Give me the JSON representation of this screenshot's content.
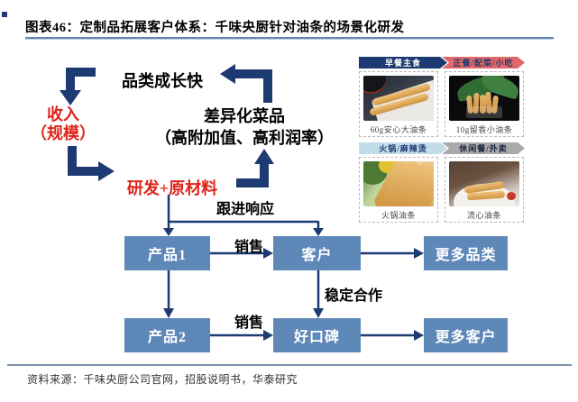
{
  "figure": {
    "title": "图表46：定制品拓展客户体系：千味央厨针对油条的场景化研发",
    "source": "资料来源：千味央厨公司官网，招股说明书，华泰研究"
  },
  "cycle": {
    "category_growth": "品类成长快",
    "revenue_line1": "收入",
    "revenue_line2": "（规模）",
    "dishes_line1": "差异化菜品",
    "dishes_line2": "（高附加值、高利润率）",
    "rd_materials": "研发+原材料",
    "follow_up": "跟进响应"
  },
  "flow": {
    "product1": "产品1",
    "customer": "客户",
    "more_categories": "更多品类",
    "product2": "产品2",
    "reputation": "好口碑",
    "more_customers": "更多客户",
    "sales_top": "销售",
    "sales_bottom": "销售",
    "stable_cooperation": "稳定合作"
  },
  "scenarios": {
    "cells": [
      {
        "banner": "早餐主食",
        "caption": "60g安心大油条"
      },
      {
        "banner": "正餐/配菜/小吃",
        "caption": "10g留香小油条"
      },
      {
        "banner": "火锅/麻辣烫",
        "caption": "火锅油条"
      },
      {
        "banner": "休闲餐/外卖",
        "caption": "流心油条"
      }
    ]
  },
  "colors": {
    "arrow_navy": "#1d3a73",
    "flow_box_blue": "#5e88b8",
    "highlight_red": "#df2318",
    "banner_breakfast": "#1d3a73",
    "banner_meal": "#e26868",
    "banner_hotpot": "#c3dcea",
    "banner_leisure": "#a9a9a9",
    "title_rule": "#5f86b4",
    "footer_rule": "#7f93ad"
  }
}
